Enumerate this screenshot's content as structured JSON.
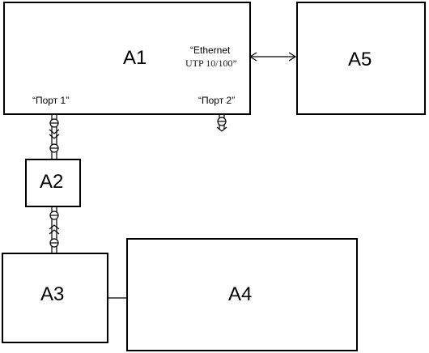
{
  "blocks": {
    "a1": "A1",
    "a2": "A2",
    "a3": "A3",
    "a4": "A4",
    "a5": "A5"
  },
  "ports": {
    "ethernet_line1": "“Ethernet",
    "ethernet_line2": "UTP 10/100”",
    "port1": "“Порт 1”",
    "port2": "“Порт 2”"
  }
}
